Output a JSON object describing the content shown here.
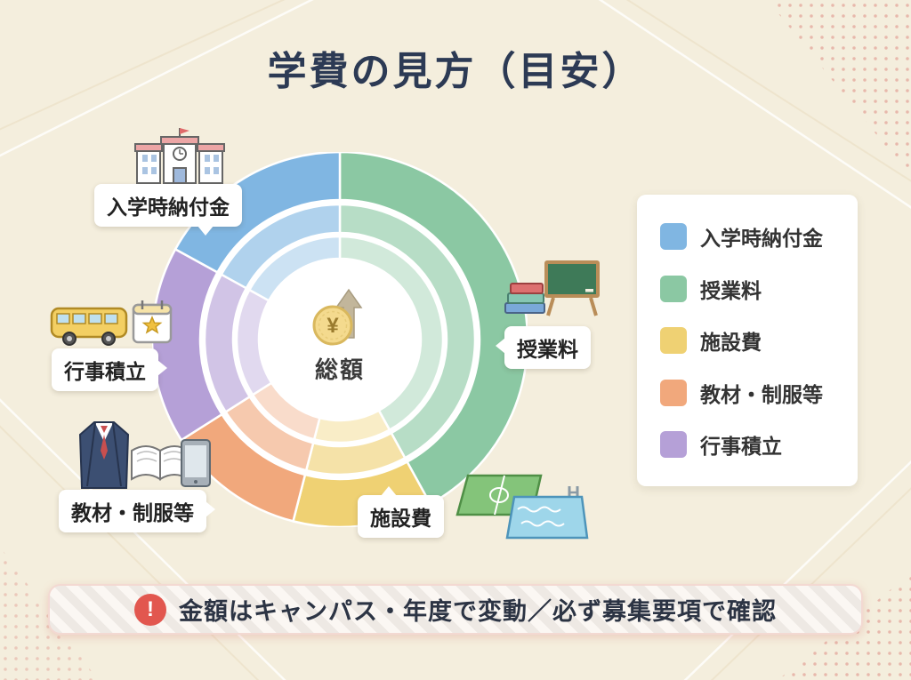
{
  "title": "学費の見方（目安）",
  "center": {
    "currency": "¥",
    "label": "総額"
  },
  "chart_data": {
    "type": "pie",
    "subtype": "donut-3-ring",
    "title": "学費の見方（目安）",
    "center_label": "総額",
    "start_angle_deg": 0,
    "direction": "clockwise",
    "unit": "% (estimated from arc angles)",
    "segments": [
      {
        "label": "授業料",
        "value": 42,
        "color": "#8bc8a3"
      },
      {
        "label": "施設費",
        "value": 12,
        "color": "#efd173"
      },
      {
        "label": "教材・制服等",
        "value": 12,
        "color": "#f1a87c"
      },
      {
        "label": "行事積立",
        "value": 17,
        "color": "#b5a0d7"
      },
      {
        "label": "入学時納付金",
        "value": 17,
        "color": "#80b6e2"
      }
    ],
    "rings": 3,
    "legend_position": "right"
  },
  "legend": {
    "items": [
      {
        "label": "入学時納付金",
        "color": "#80b6e2"
      },
      {
        "label": "授業料",
        "color": "#8bc8a3"
      },
      {
        "label": "施設費",
        "color": "#efd173"
      },
      {
        "label": "教材・制服等",
        "color": "#f1a87c"
      },
      {
        "label": "行事積立",
        "color": "#b5a0d7"
      }
    ]
  },
  "callouts": [
    {
      "label": "入学時納付金",
      "icon": "school-building-icon"
    },
    {
      "label": "授業料",
      "icon": "books-blackboard-icon"
    },
    {
      "label": "施設費",
      "icon": "sports-field-pool-icon"
    },
    {
      "label": "教材・制服等",
      "icon": "uniform-book-tablet-icon"
    },
    {
      "label": "行事積立",
      "icon": "bus-calendar-icon"
    }
  ],
  "notice": {
    "icon": "exclamation-icon",
    "glyph": "!",
    "text": "金額はキャンパス・年度で変動／必ず募集要項で確認"
  }
}
